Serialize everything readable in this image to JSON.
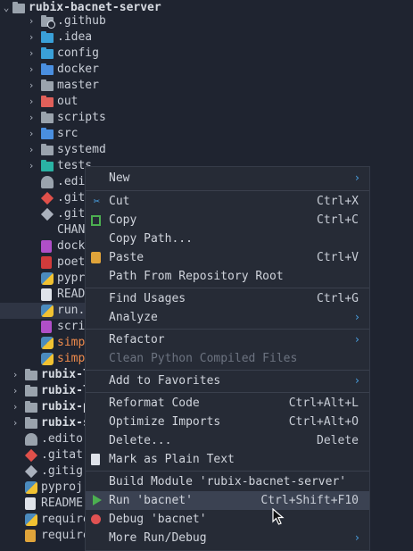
{
  "project": {
    "root": "rubix-bacnet-server",
    "children": [
      {
        "label": ".github",
        "icon": "folder-github-icon"
      },
      {
        "label": ".idea",
        "icon": "folder-idea-icon"
      },
      {
        "label": "config",
        "icon": "folder-config-icon"
      },
      {
        "label": "docker",
        "icon": "folder-docker-icon"
      },
      {
        "label": "master",
        "icon": "folder-icon"
      },
      {
        "label": "out",
        "icon": "folder-out-icon"
      },
      {
        "label": "scripts",
        "icon": "folder-icon"
      },
      {
        "label": "src",
        "icon": "folder-src-icon"
      },
      {
        "label": "systemd",
        "icon": "folder-icon"
      },
      {
        "label": "tests",
        "icon": "folder-tests-icon"
      }
    ],
    "files": [
      ".edi",
      ".gitl",
      ".giti",
      "CHAN",
      "dock",
      "poet",
      "pypr",
      "READ",
      "run.",
      "scri",
      "simp",
      "simp"
    ],
    "siblings": [
      "rubix-l",
      "rubix-l",
      "rubix-p",
      "rubix-s"
    ],
    "root_files": [
      ".edito",
      ".gitat",
      ".gitig",
      "pyproj",
      "README",
      "require",
      "require"
    ]
  },
  "menu": {
    "new": "New",
    "cut": "Cut",
    "cut_key": "Ctrl+X",
    "copy": "Copy",
    "copy_key": "Ctrl+C",
    "copy_path": "Copy Path...",
    "paste": "Paste",
    "paste_key": "Ctrl+V",
    "path_from_root": "Path From Repository Root",
    "find_usages": "Find Usages",
    "find_usages_key": "Ctrl+G",
    "analyze": "Analyze",
    "refactor": "Refactor",
    "clean_python": "Clean Python Compiled Files",
    "add_favorites": "Add to Favorites",
    "reformat": "Reformat Code",
    "reformat_key": "Ctrl+Alt+L",
    "optimize": "Optimize Imports",
    "optimize_key": "Ctrl+Alt+O",
    "delete": "Delete...",
    "delete_key": "Delete",
    "mark_plain": "Mark as Plain Text",
    "build_module": "Build Module 'rubix-bacnet-server'",
    "run": "Run 'bacnet'",
    "run_key": "Ctrl+Shift+F10",
    "debug": "Debug 'bacnet'",
    "more_run": "More Run/Debug",
    "submenu_arrow": "›"
  },
  "colors": {
    "accent": "#4aa3e6",
    "background": "#1f2430",
    "menu_bg": "#262b36",
    "highlight": "#3b4252"
  }
}
